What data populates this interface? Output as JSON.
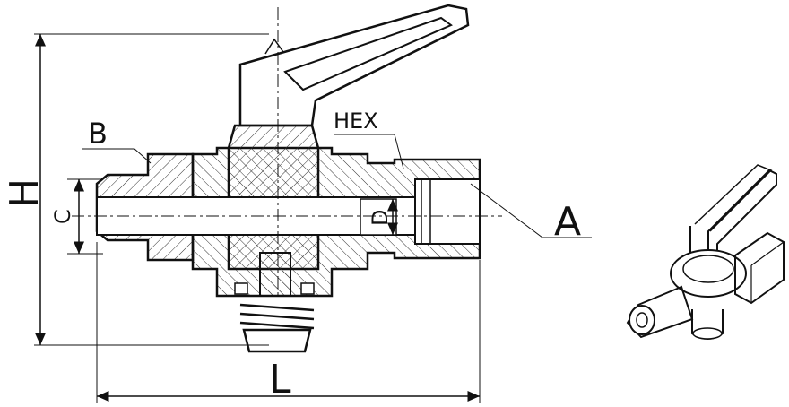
{
  "labels": {
    "B": "B",
    "HEX": "HEX",
    "A": "A",
    "H": "H",
    "C": "C",
    "D": "D",
    "L": "L"
  },
  "colors": {
    "line": "#111111",
    "background": "#ffffff",
    "hatch": "#333333"
  }
}
